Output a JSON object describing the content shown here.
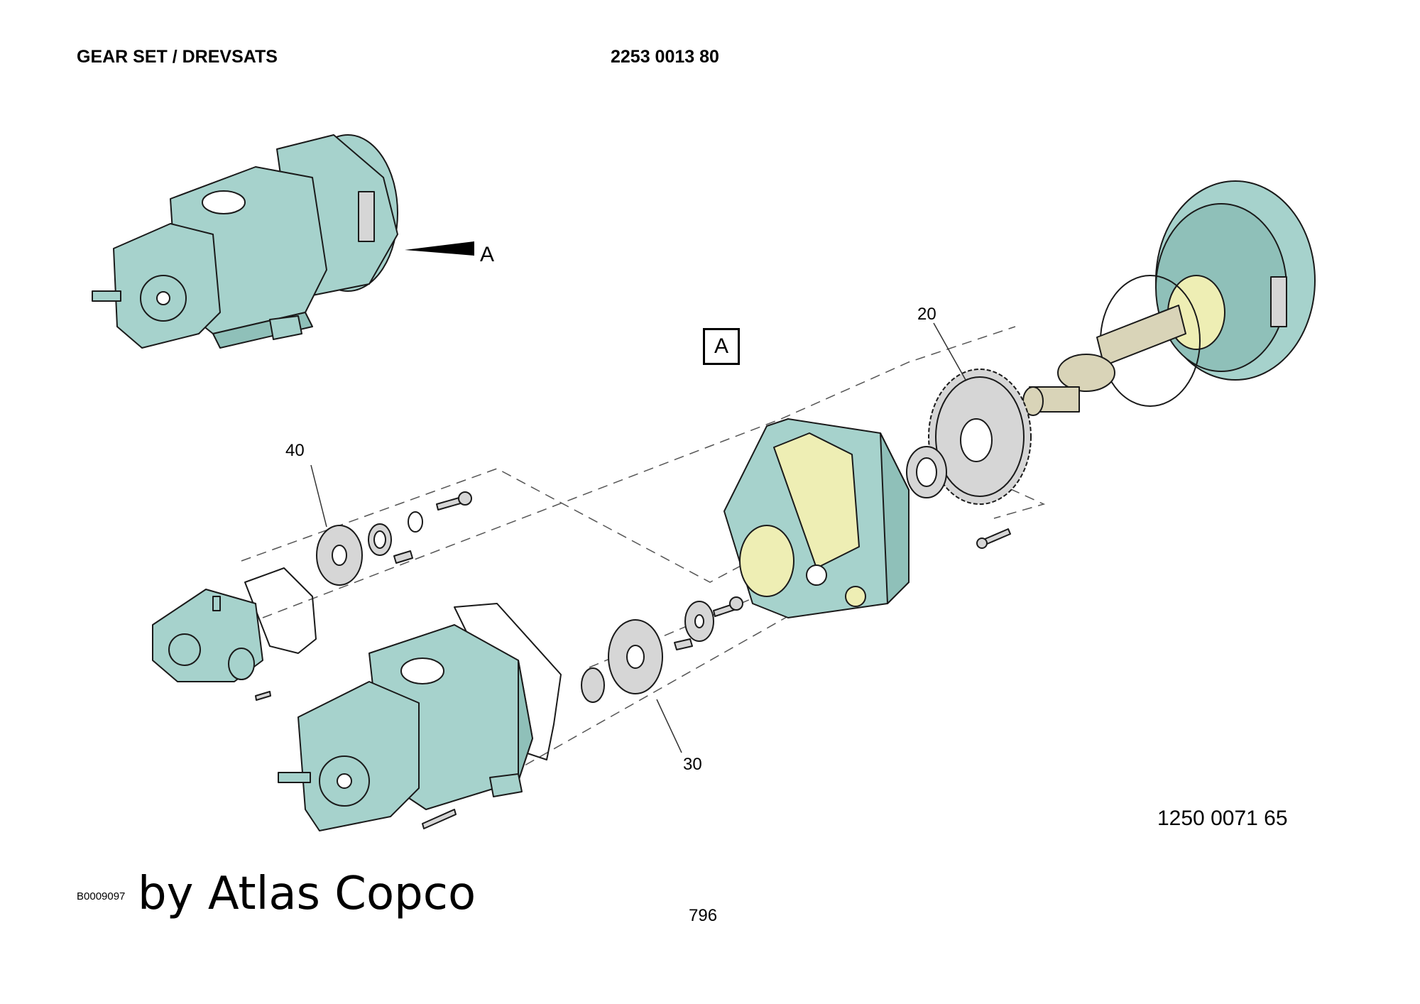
{
  "header": {
    "title": "GEAR SET / DREVSATS",
    "document_number": "2253 0013 80"
  },
  "view_label": "A",
  "view_box_label": "A",
  "callouts": {
    "c20": "20",
    "c30": "30",
    "c40": "40"
  },
  "footer": {
    "article_number": "1250 0071 65",
    "drawing_ref": "B0009097",
    "brand": "by Atlas Copco",
    "page_number": "796"
  },
  "colors": {
    "housing": "#a6d2cc",
    "panel": "#eeeeb4",
    "gear": "#d6d6d6",
    "shaft": "#d9d4b8",
    "outline": "#1a1a1a"
  }
}
